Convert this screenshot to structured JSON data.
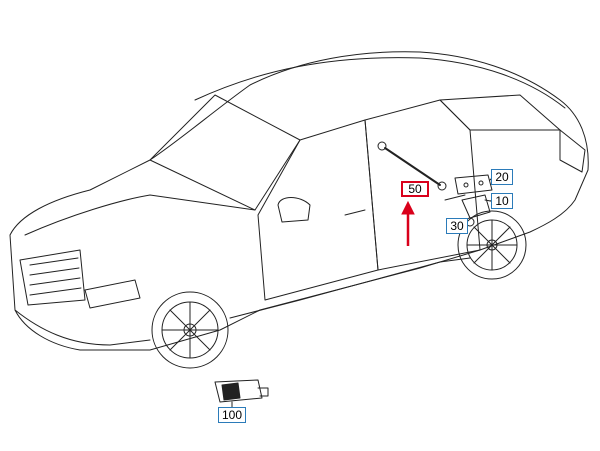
{
  "callouts": {
    "c10": "10",
    "c20": "20",
    "c30": "30",
    "c50": "50",
    "c100": "100"
  },
  "highlighted_callout": "50",
  "colors": {
    "line": "#222222",
    "callout_border": "#2b7bb9",
    "highlight": "#d9001b"
  }
}
